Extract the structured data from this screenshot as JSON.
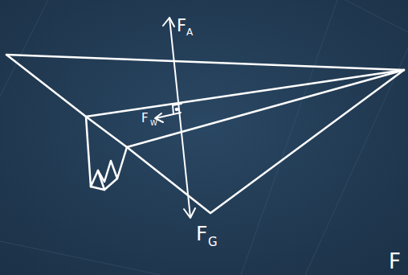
{
  "diagram": {
    "labels": [
      "F",
      "A",
      "F",
      "W",
      "F",
      "G",
      "F"
    ]
  }
}
